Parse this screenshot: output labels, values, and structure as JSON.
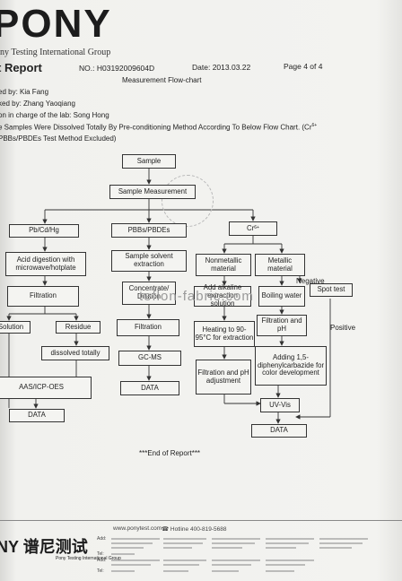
{
  "header": {
    "logo_text": "PONY",
    "group_name": "ny Testing International Group",
    "report_title": "t Report",
    "report_no_label": "NO.:",
    "report_no": "H03192009604D",
    "date_label": "Date:",
    "date": "2013.03.22",
    "page": "Page 4 of 4",
    "subtitle": "Measurement Flow-chart"
  },
  "info": {
    "tested_by": "ed by:  Kia Fang",
    "checked_by": "ked by:  Zhang Yaoqiang",
    "in_charge": "on in charge of the lab:  Song Hong",
    "note_line1": "e Samples Were Dissolved Totally By Pre-conditioning Method According To Below Flow Chart. (Cr",
    "note_sup": "6+",
    "note_line2": "PBBs/PBDEs Test Method Excluded)"
  },
  "flow": {
    "sample": "Sample",
    "sample_measurement": "Sample Measurement",
    "pb": "Pb/Cd/Hg",
    "pbb": "PBBs/PBDEs",
    "cr": "Cr",
    "cr_sup": "6+",
    "acid_digestion": "Acid digestion with microwave/hotplate",
    "solvent_extraction": "Sample solvent extraction",
    "nonmetallic": "Nonmetallic material",
    "metallic": "Metallic material",
    "negative": "Negative",
    "spot_test": "Spot test",
    "filtration_left": "Filtration",
    "concentrate": "Concentrate/ Dilution",
    "add_alkaline": "Add alkaline extraction solution",
    "boiling_water": "Boiling water",
    "solution": "Solution",
    "residue": "Residue",
    "dissolved_totally": "dissolved totally",
    "filtration_mid": "Filtration",
    "heating": "Heating to 90-95°C for extraction",
    "filtration_ph": "Filtration and pH",
    "positive": "Positive",
    "aas": "AAS/ICP-OES",
    "gcms": "GC-MS",
    "filtration_ph_adjust": "Filtration and pH adjustment",
    "diphenyl": "Adding 1,5-diphenylcarbazide for color development",
    "data": "DATA",
    "uvvis": "UV-Vis"
  },
  "watermark": "teflon-fabric.com",
  "end_of_report": "***End of Report***",
  "footer": {
    "web": "www.ponytest.com",
    "hotline": "Hotline 400-819-5688",
    "chinese_name": "谱尼测试",
    "group_name": "Pony Testing International Group",
    "add_label": "Add:",
    "tel_label": "Tel:"
  }
}
